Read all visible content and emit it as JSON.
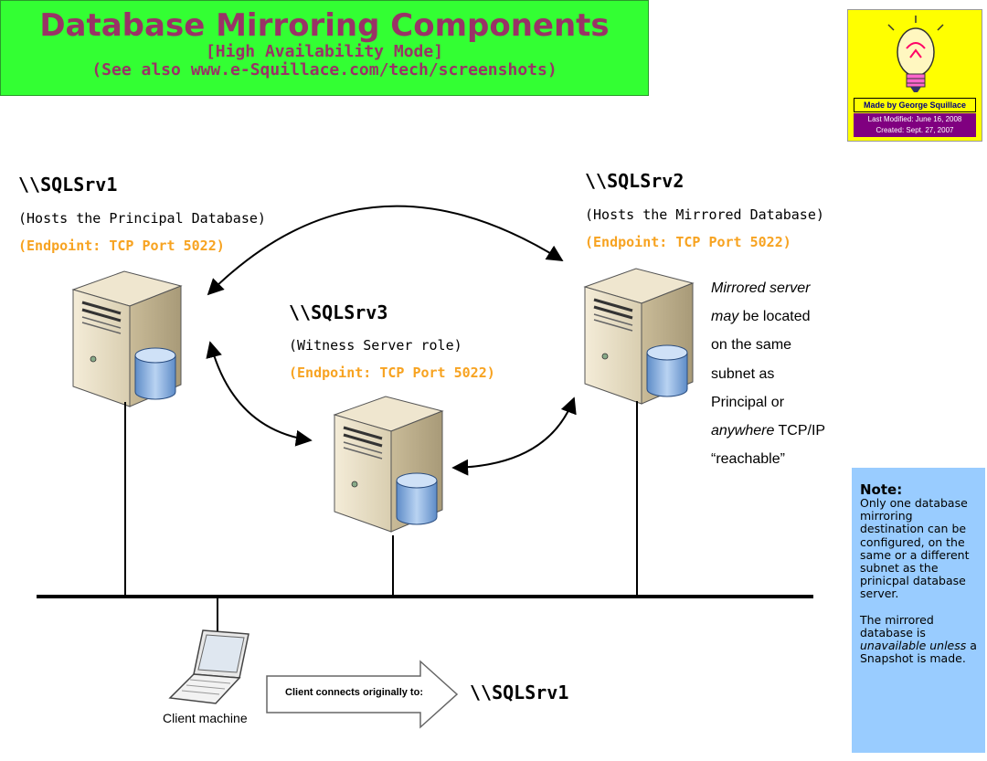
{
  "header": {
    "title": "Database Mirroring Components",
    "subtitle": "[High Availability Mode]",
    "see_also": "(See also www.e-Squillace.com/tech/screenshots)"
  },
  "badge": {
    "made_by": "Made by George Squillace",
    "last_modified": "Last Modified: June 16, 2008",
    "created": "Created: Sept. 27, 2007",
    "icon": "lightbulb-icon"
  },
  "servers": {
    "principal": {
      "name": "\\\\SQLSrv1",
      "role": "(Hosts the Principal Database)",
      "endpoint": "(Endpoint: TCP Port 5022)"
    },
    "mirror": {
      "name": "\\\\SQLSrv2",
      "role": "(Hosts the Mirrored Database)",
      "endpoint": "(Endpoint: TCP Port 5022)"
    },
    "witness": {
      "name": "\\\\SQLSrv3",
      "role": "(Witness Server role)",
      "endpoint": "(Endpoint: TCP Port 5022)"
    }
  },
  "mirror_note": {
    "l1": "Mirrored server",
    "l2_em": "may",
    "l2_rest": " be located",
    "l3": "on the same",
    "l4": "subnet as",
    "l5": "Principal or",
    "l6_em": "anywhere",
    "l6_rest": " TCP/IP",
    "l7": "“reachable”"
  },
  "note": {
    "title": "Note:",
    "p1": "Only one database mirroring destination can be configured, on the same or a different subnet as the prinicpal database server.",
    "p2_a": "The mirrored database is ",
    "p2_em": "unavailable unless",
    "p2_b": " a Snapshot is made."
  },
  "client": {
    "label": "Client machine",
    "connect_label": "Client connects originally to:",
    "connect_target": "\\\\SQLSrv1"
  },
  "colors": {
    "title_bg": "#33ff33",
    "title_text": "#993366",
    "endpoint": "#f7a321",
    "note_bg": "#99ccff",
    "badge_bg": "#ffff00",
    "badge_dates_bg": "#800080"
  }
}
